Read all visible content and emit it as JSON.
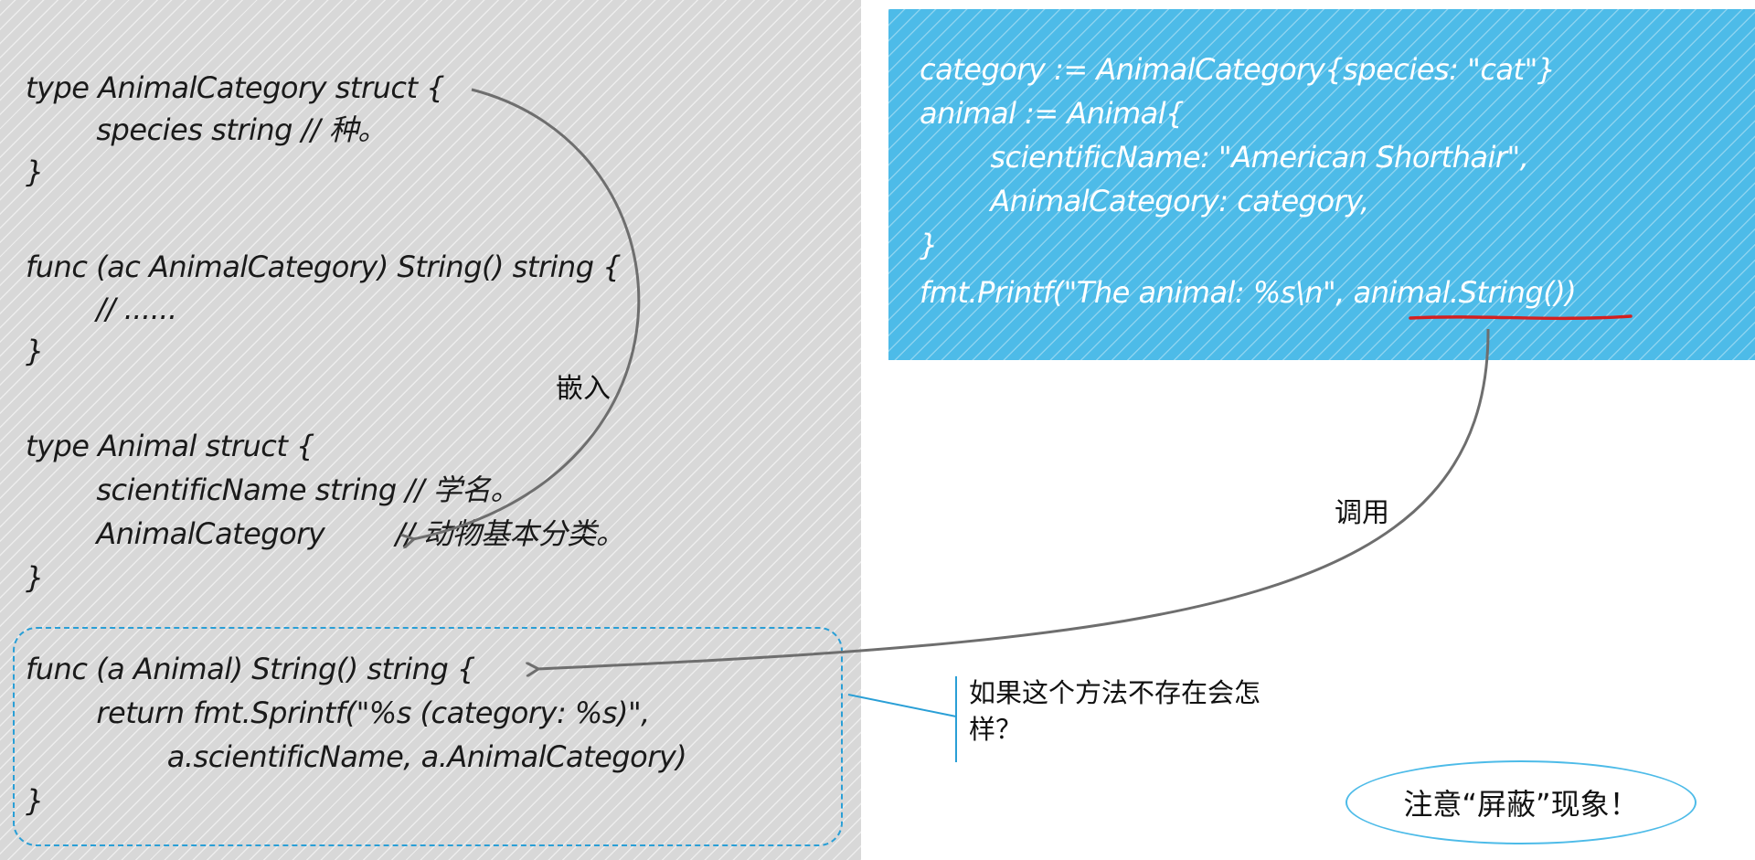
{
  "left_code": {
    "lines": [
      "type AnimalCategory struct {",
      "        species string // 种。",
      "}",
      "func (ac AnimalCategory) String() string {",
      "        // ......",
      "}",
      "type Animal struct {",
      "        scientificName string // 学名。",
      "        AnimalCategory        // 动物基本分类。",
      "}",
      "func (a Animal) String() string {",
      "        return fmt.Sprintf(\"%s (category: %s)\",",
      "                a.scientificName, a.AnimalCategory)",
      "}"
    ]
  },
  "right_code": {
    "lines": [
      "category := AnimalCategory{species: \"cat\"}",
      "animal := Animal{",
      "        scientificName: \"American Shorthair\",",
      "        AnimalCategory: category,",
      "}",
      "fmt.Printf(\"The animal: %s\\n\", animal.String())"
    ]
  },
  "annotations": {
    "embed_label": "嵌入",
    "call_label": "调用",
    "question": "如果这个方法不存在会怎样？",
    "note": "注意“屏蔽”现象！"
  },
  "colors": {
    "left_panel": "#d8d8d8",
    "right_panel": "#4dbbe8",
    "dashed_box": "#2a9fd6",
    "arrow": "#6e6e6e",
    "underline": "#d42020"
  }
}
